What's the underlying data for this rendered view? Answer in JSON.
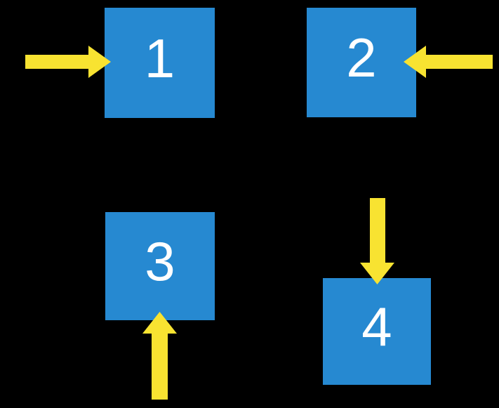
{
  "colors": {
    "background": "#000000",
    "box_fill": "#2689D1",
    "box_text": "#FFFFFF",
    "arrow_fill": "#F8E331"
  },
  "boxes": [
    {
      "label": "1"
    },
    {
      "label": "2"
    },
    {
      "label": "3"
    },
    {
      "label": "4"
    }
  ],
  "arrows": [
    {
      "icon": "arrow-right-icon",
      "direction": "right",
      "points_at_box": "1"
    },
    {
      "icon": "arrow-left-icon",
      "direction": "left",
      "points_at_box": "2"
    },
    {
      "icon": "arrow-up-icon",
      "direction": "up",
      "points_at_box": "3"
    },
    {
      "icon": "arrow-down-icon",
      "direction": "down",
      "points_at_box": "4"
    }
  ]
}
